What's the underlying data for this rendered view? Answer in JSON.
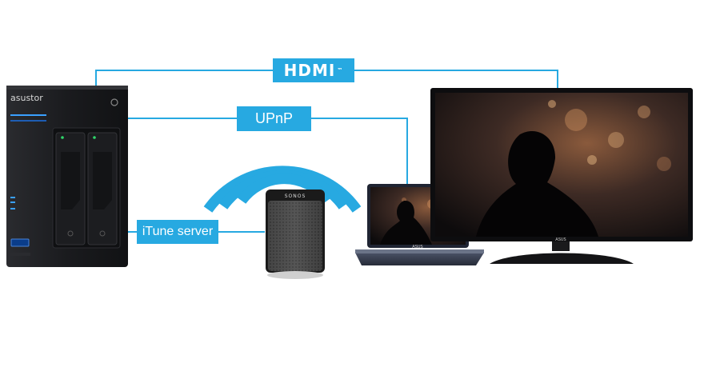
{
  "connections": {
    "hdmi_label": "HDMI",
    "hdmi_mark": "™",
    "upnp_label": "UPnP",
    "itune_label": "iTune server"
  },
  "devices": {
    "nas_brand": "asustor",
    "speaker_brand": "SONOS",
    "laptop_brand": "ASUS",
    "monitor_brand": "ASUS"
  },
  "colors": {
    "connector": "#27a9e1",
    "nas_body": "#1b1c1f",
    "led": "#3aa0ff",
    "screen_dark": "#141010"
  }
}
